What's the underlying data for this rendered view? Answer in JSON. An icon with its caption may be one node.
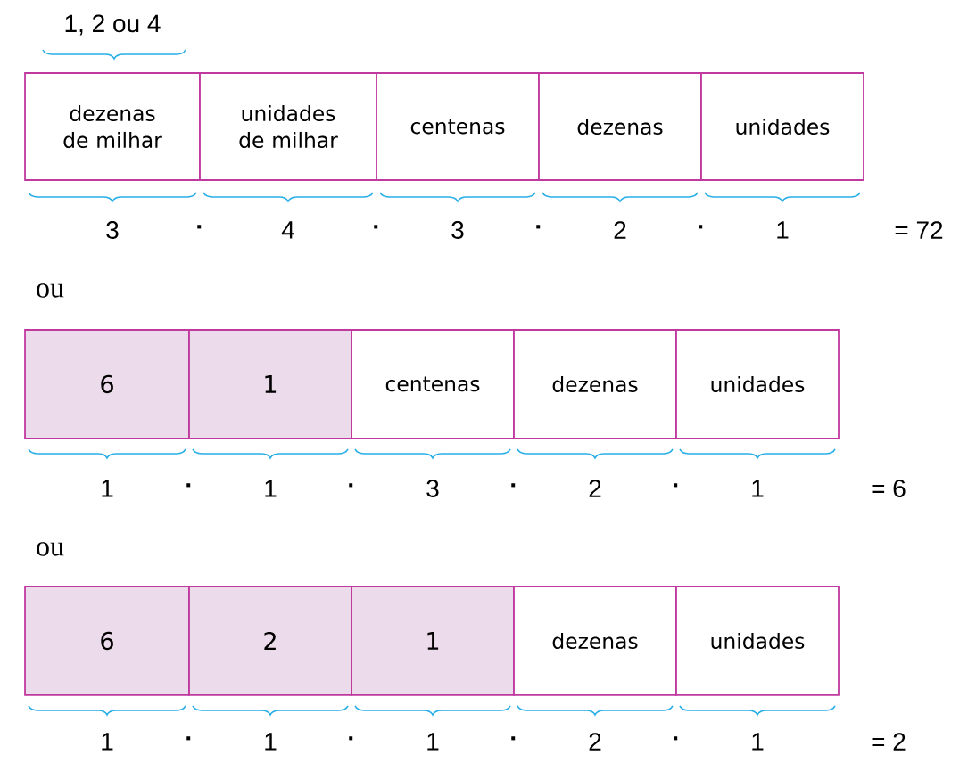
{
  "diagram": {
    "nodes": [
      {
        "text": [
          "dezenas de milhar"
        ]
      },
      {
        "text": [
          "unidades de milhar"
        ]
      },
      {
        "text": [
          "centenas"
        ]
      },
      {
        "text": [
          "dezenas"
        ]
      },
      {
        "text": [
          "unidades"
        ]
      },
      {
        "text": [
          "6"
        ]
      },
      {
        "text": [
          "1"
        ]
      },
      {
        "text": [
          "centenas"
        ]
      },
      {
        "text": [
          "dezenas"
        ]
      },
      {
        "text": [
          "unidades"
        ]
      },
      {
        "text": [
          "6"
        ]
      },
      {
        "text": [
          "2"
        ]
      },
      {
        "text": [
          "1"
        ]
      },
      {
        "text": [
          "dezenas"
        ]
      },
      {
        "text": [
          "unidades"
        ]
      }
    ],
    "labels": [
      "1, 2 ou 4",
      "3",
      "·",
      "4",
      "·",
      "3",
      "·",
      "2",
      "·",
      "1",
      "= 72",
      "ou",
      "1",
      "·",
      "1",
      "·",
      "3",
      "·",
      "2",
      "·",
      "1",
      "= 6",
      "ou",
      "1",
      "·",
      "1",
      "·",
      "1",
      "·",
      "2",
      "·",
      "1",
      "= 2"
    ]
  }
}
